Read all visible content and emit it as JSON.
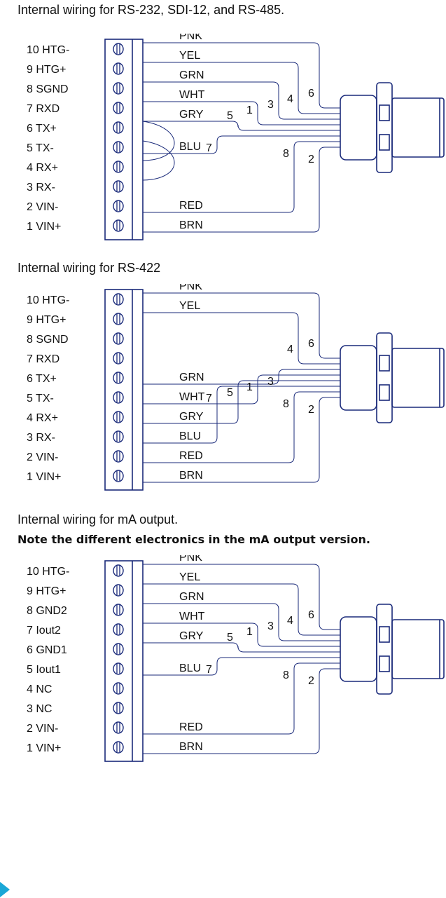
{
  "titles": {
    "rs232": "Internal wiring for RS-232, SDI-12, and RS-485.",
    "rs422": "Internal wiring for RS-422",
    "ma": "Internal wiring for mA output.",
    "ma_note": "Note the different electronics in the mA output version."
  },
  "diagrams": [
    {
      "id": "rs232",
      "pins": [
        "10 HTG-",
        "9 HTG+",
        "8 SGND",
        "7 RXD",
        "6 TX+",
        "5 TX-",
        "4 RX+",
        "3 RX-",
        "2 VIN-",
        "1 VIN+"
      ],
      "wires": [
        {
          "label": "PNK",
          "number": "6"
        },
        {
          "label": "YEL",
          "number": "4"
        },
        {
          "label": "GRN",
          "number": "3"
        },
        {
          "label": "WHT",
          "number": "1"
        },
        {
          "label": "GRY",
          "number": "5"
        },
        {
          "label": "BLU",
          "number": "7"
        },
        {
          "label": "RED",
          "number": "8"
        },
        {
          "label": "BRN",
          "number": "2"
        }
      ]
    },
    {
      "id": "rs422",
      "pins": [
        "10 HTG-",
        "9 HTG+",
        "8 SGND",
        "7 RXD",
        "6 TX+",
        "5 TX-",
        "4 RX+",
        "3 RX-",
        "2 VIN-",
        "1 VIN+"
      ],
      "wires": [
        {
          "label": "PNK",
          "number": "6"
        },
        {
          "label": "YEL",
          "number": "4"
        },
        {
          "label": "GRN",
          "number": "3"
        },
        {
          "label": "WHT",
          "number": "1"
        },
        {
          "label": "GRY",
          "number": "5"
        },
        {
          "label": "BLU",
          "number": "7"
        },
        {
          "label": "RED",
          "number": "8"
        },
        {
          "label": "BRN",
          "number": "2"
        }
      ]
    },
    {
      "id": "ma",
      "pins": [
        "10 HTG-",
        "9 HTG+",
        "8 GND2",
        "7 Iout2",
        "6 GND1",
        "5 Iout1",
        "4 NC",
        "3 NC",
        "2 VIN-",
        "1 VIN+"
      ],
      "wires": [
        {
          "label": "PNK",
          "number": "6"
        },
        {
          "label": "YEL",
          "number": "4"
        },
        {
          "label": "GRN",
          "number": "3"
        },
        {
          "label": "WHT",
          "number": "1"
        },
        {
          "label": "GRY",
          "number": "5"
        },
        {
          "label": "BLU",
          "number": "7"
        },
        {
          "label": "RED",
          "number": "8"
        },
        {
          "label": "BRN",
          "number": "2"
        }
      ]
    }
  ],
  "colors": {
    "line": "#1a2a7a",
    "accent": "#1aa7d6"
  }
}
